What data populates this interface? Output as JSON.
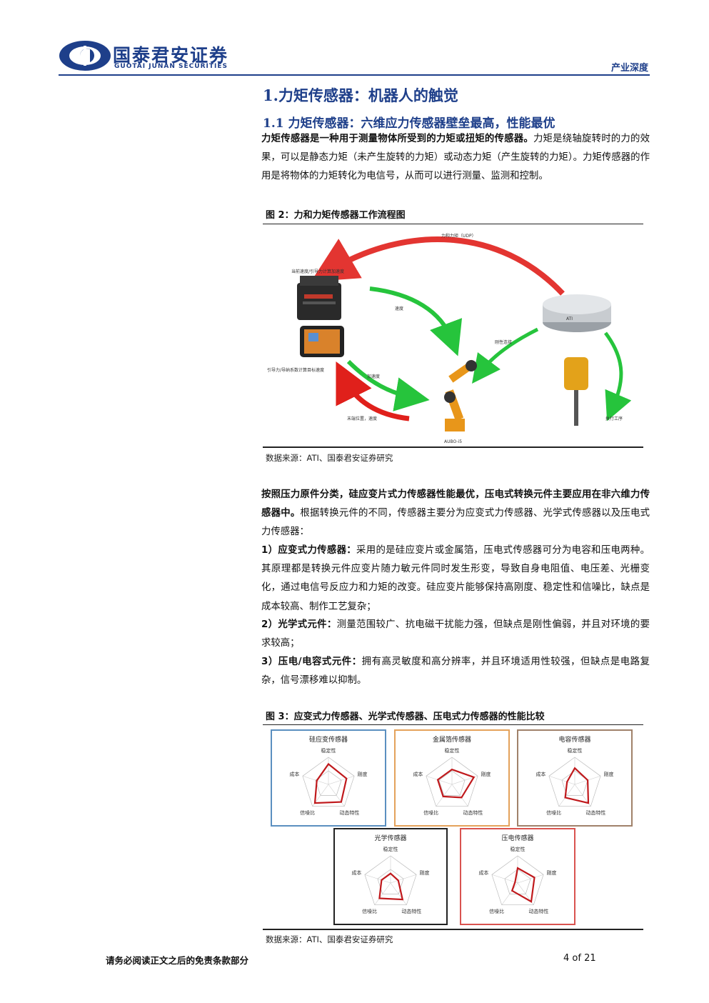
{
  "header": {
    "company_cn": "国泰君安证券",
    "company_en": "GUOTAI JUNAN SECURITIES",
    "tag": "产业深度"
  },
  "section": {
    "h1": "1.力矩传感器：机器人的触觉",
    "h2": "1.1 力矩传感器：六维应力传感器壁垒最高，性能最优"
  },
  "para1": {
    "bold": "力矩传感器是一种用于测量物体所受到的力矩或扭矩的传感器。",
    "text": "力矩是绕轴旋转时的力的效果，可以是静态力矩（未产生旋转的力矩）或动态力矩（产生旋转的力矩）。力矩传感器的作用是将物体的力矩转化为电信号，从而可以进行测量、监测和控制。"
  },
  "figure2": {
    "title": "图 2：力和力矩传感器工作流程图",
    "labels": {
      "top": "力和力矩（UDP）",
      "controller": "当前速度/引导力计算加速度",
      "speed": "速度",
      "rigid": "刚性连接",
      "pendant": "引导力/导纳系数计算目标速度",
      "accel": "加速度",
      "end": "末端位置，速度",
      "robot": "AUBO-i5",
      "tool": "执行工序",
      "sensor_brand": "ATI"
    },
    "source": "数据来源：ATI、国泰君安证券研究"
  },
  "para2": {
    "bold": "按照压力原件分类，硅应变片式力传感器性能最优，压电式转换元件主要应用在非六维力传感器中。",
    "text": "根据转换元件的不同，传感器主要分为应变式力传感器、光学式传感器以及压电式力传感器："
  },
  "list": [
    {
      "bold": "1）应变式力传感器：",
      "text": "采用的是硅应变片或金属箔，压电式传感器可分为电容和压电两种。其原理都是转换元件应变片随力敏元件同时发生形变，导致自身电阻值、电压差、光栅变化，通过电信号反应力和力矩的改变。硅应变片能够保持高刚度、稳定性和信噪比，缺点是成本较高、制作工艺复杂；"
    },
    {
      "bold": "2）光学式元件：",
      "text": "测量范围较广、抗电磁干扰能力强，但缺点是刚性偏弱，并且对环境的要求较高；"
    },
    {
      "bold": "3）压电/电容式元件：",
      "text": "拥有高灵敏度和高分辨率，并且环境适用性较强，但缺点是电路复杂，信号漂移难以抑制。"
    }
  ],
  "figure3": {
    "title": "图 3：应变式力传感器、光学式传感器、压电式力传感器的性能比较",
    "axes": [
      "稳定性",
      "刚度",
      "动态特性",
      "信噪比",
      "成本"
    ],
    "panels": [
      {
        "name": "硅应变传感器",
        "border": "#5b8fc0",
        "values": [
          0.75,
          0.7,
          0.8,
          0.85,
          0.45
        ]
      },
      {
        "name": "金属箔传感器",
        "border": "#e4a25b",
        "values": [
          0.55,
          0.85,
          0.6,
          0.55,
          0.55
        ]
      },
      {
        "name": "电容传感器",
        "border": "#a0816a",
        "values": [
          0.6,
          0.5,
          0.85,
          0.6,
          0.3
        ]
      },
      {
        "name": "光学传感器",
        "border": "#222222",
        "values": [
          0.35,
          0.3,
          0.75,
          0.7,
          0.35
        ]
      },
      {
        "name": "压电传感器",
        "border": "#d9534f",
        "values": [
          0.55,
          0.65,
          0.85,
          0.35,
          0.1
        ]
      }
    ],
    "source": "数据来源：ATI、国泰君安证券研究"
  },
  "footer": {
    "disclaimer": "请务必阅读正文之后的免责条款部分",
    "page": "4 of 21"
  },
  "colors": {
    "brand": "#1e3f8a",
    "arrow_red": "#e0201b",
    "arrow_green": "#26c43c",
    "radar_line": "#c0191c"
  }
}
